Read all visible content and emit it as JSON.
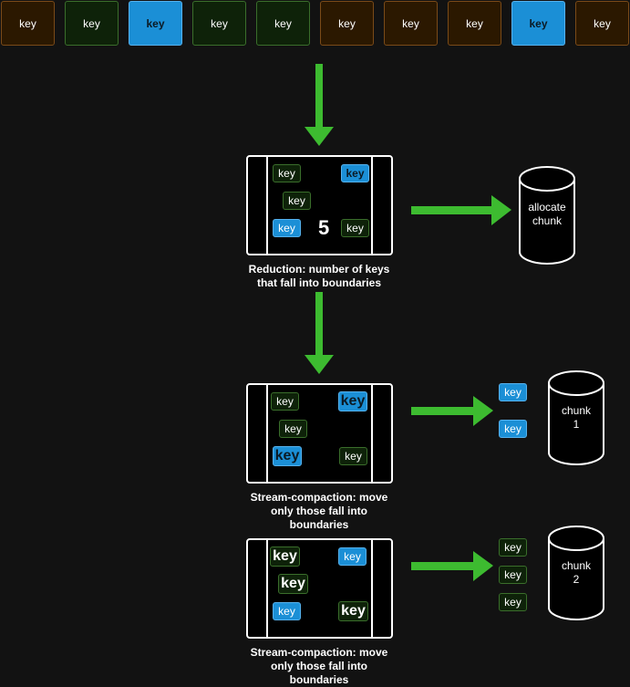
{
  "top_row": {
    "keys": [
      {
        "label": "key",
        "style": "brown"
      },
      {
        "label": "key",
        "style": "green"
      },
      {
        "label": "key",
        "style": "blue"
      },
      {
        "label": "key",
        "style": "green"
      },
      {
        "label": "key",
        "style": "green"
      },
      {
        "label": "key",
        "style": "brown"
      },
      {
        "label": "key",
        "style": "brown"
      },
      {
        "label": "key",
        "style": "brown"
      },
      {
        "label": "key",
        "style": "blue"
      },
      {
        "label": "key",
        "style": "brown"
      }
    ]
  },
  "reduction": {
    "keys": [
      "key",
      "key",
      "key",
      "key",
      "key"
    ],
    "count": "5",
    "caption_line1": "Reduction: number of keys",
    "caption_line2": "that fall into boundaries",
    "cylinder_line1": "allocate",
    "cylinder_line2": "chunk"
  },
  "compaction1": {
    "keys": [
      "key",
      "key",
      "key",
      "key",
      "key"
    ],
    "caption_line1": "Stream-compaction: move",
    "caption_line2": "only those fall into",
    "caption_line3": "boundaries",
    "out_keys": [
      "key",
      "key"
    ],
    "cylinder_line1": "chunk",
    "cylinder_line2": "1"
  },
  "compaction2": {
    "keys": [
      "key",
      "key",
      "key",
      "key",
      "key"
    ],
    "caption_line1": "Stream-compaction: move",
    "caption_line2": "only those fall into",
    "caption_line3": "boundaries",
    "out_keys": [
      "key",
      "key",
      "key"
    ],
    "cylinder_line1": "chunk",
    "cylinder_line2": "2"
  },
  "colors": {
    "arrow": "#3dbb30",
    "blue_key": "#1b8fd6",
    "green_key": "#0e2209",
    "brown_key": "#2b1800"
  }
}
